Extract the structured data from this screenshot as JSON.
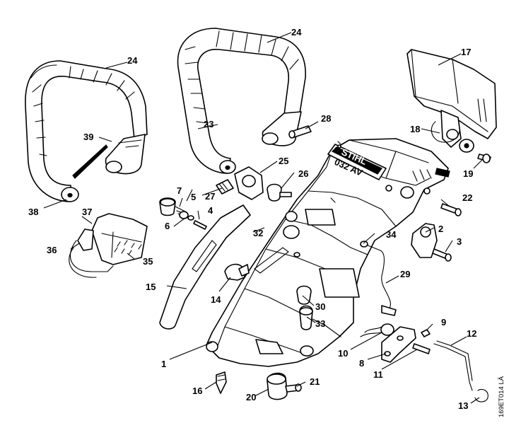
{
  "brand_text": "STIHL",
  "model_text": "032 AV",
  "reference_code": "169ET014 LÄ",
  "callouts": {
    "c1": "1",
    "c2": "2",
    "c3": "3",
    "c4": "4",
    "c5": "5",
    "c6": "6",
    "c7": "7",
    "c8": "8",
    "c9": "9",
    "c10": "10",
    "c11": "11",
    "c12": "12",
    "c13": "13",
    "c14": "14",
    "c15": "15",
    "c16": "16",
    "c17": "17",
    "c18": "18",
    "c19": "19",
    "c20": "20",
    "c21": "21",
    "c22": "22",
    "c23": "23",
    "c24a": "24",
    "c24b": "24",
    "c25": "25",
    "c26": "26",
    "c27": "27",
    "c28": "28",
    "c29": "29",
    "c30": "30",
    "c32": "32",
    "c33": "33",
    "c34": "34",
    "c35": "35",
    "c36": "36",
    "c37": "37",
    "c38": "38",
    "c39": "39"
  }
}
